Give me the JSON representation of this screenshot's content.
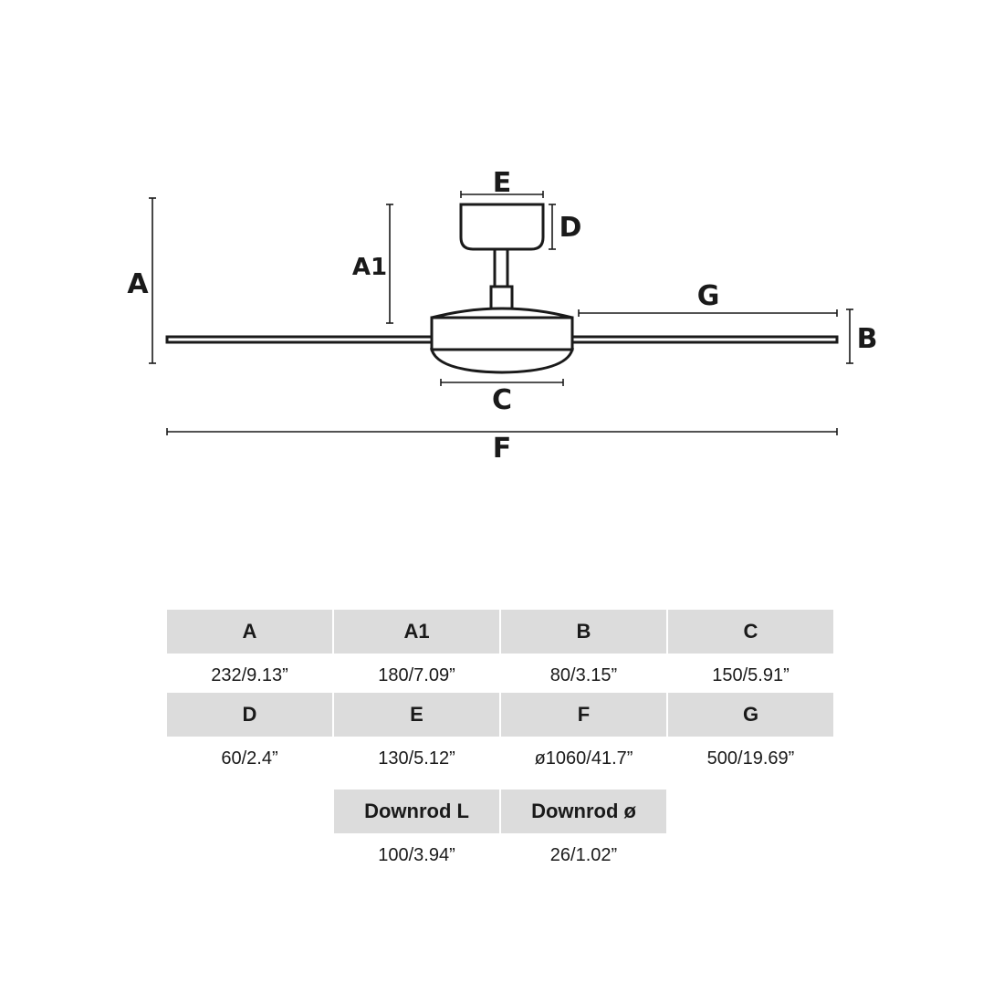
{
  "diagram": {
    "labels": {
      "A": "A",
      "A1": "A1",
      "B": "B",
      "C": "C",
      "D": "D",
      "E": "E",
      "F": "F",
      "G": "G"
    }
  },
  "table": {
    "rows": [
      {
        "headers": [
          "A",
          "A1",
          "B",
          "C"
        ],
        "values": [
          "232/9.13”",
          "180/7.09”",
          "80/3.15”",
          "150/5.91”"
        ]
      },
      {
        "headers": [
          "D",
          "E",
          "F",
          "G"
        ],
        "values": [
          "60/2.4”",
          "130/5.12”",
          "ø1060/41.7”",
          "500/19.69”"
        ]
      },
      {
        "headers": [
          "Downrod L",
          "Downrod ø"
        ],
        "values": [
          "100/3.94”",
          "26/1.02”"
        ]
      }
    ]
  }
}
